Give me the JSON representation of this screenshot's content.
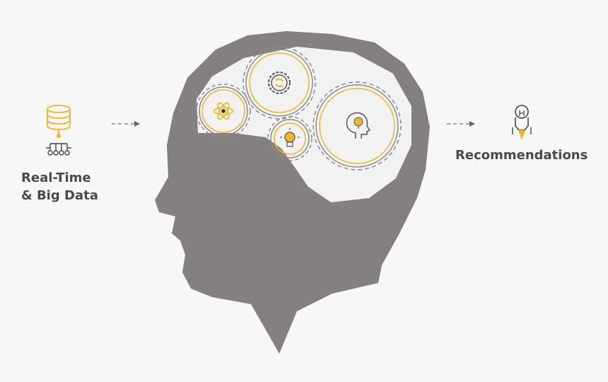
{
  "input_label_line1": "Real-Time",
  "input_label_line2": "& Big Data",
  "output_label": "Recommendations",
  "colors": {
    "background": "#f7f7f7",
    "head": "#858080",
    "brain_area": "#f2f2f2",
    "gear_outline": "#8a8a8a",
    "accent": "#f5b323",
    "text": "#4a4a4a"
  },
  "icons": [
    "database-icon",
    "network-icon",
    "atom-icon",
    "refresh-gear-icon",
    "lightbulb-icon",
    "head-idea-icon",
    "rocket-lightbulb-icon"
  ]
}
